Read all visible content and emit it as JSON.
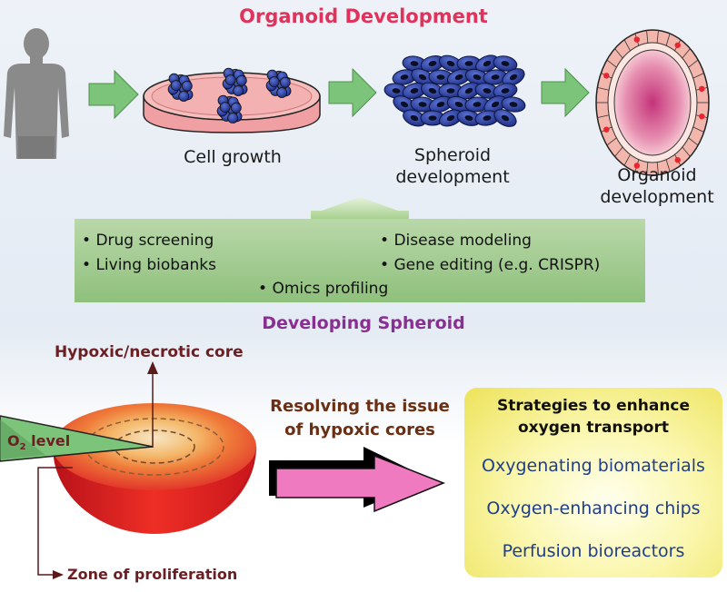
{
  "title": "Organoid Development",
  "stages": {
    "cell_growth": "Cell growth",
    "spheroid_line1": "Spheroid",
    "spheroid_line2": "development",
    "organoid_line1": "Organoid",
    "organoid_line2": "development"
  },
  "applications": {
    "drug_screening": "Drug screening",
    "living_biobanks": "Living biobanks",
    "disease_modeling": "Disease modeling",
    "gene_editing": "Gene editing (e.g. CRISPR)",
    "omics_profiling": "Omics profiling"
  },
  "spheroid_section": {
    "title": "Developing Spheroid",
    "core_label": "Hypoxic/necrotic core",
    "o2_label": "O",
    "o2_sub": "2",
    "o2_suffix": " level",
    "zone_label": "Zone of proliferation",
    "resolving_line1": "Resolving the issue",
    "resolving_line2": "of hypoxic cores"
  },
  "strategies": {
    "title_line1": "Strategies to enhance",
    "title_line2": "oxygen transport",
    "items": [
      "Oxygenating biomaterials",
      "Oxygen-enhancing chips",
      "Perfusion bioreactors"
    ]
  },
  "colors": {
    "title": "#e0325a",
    "subtitle": "#8a2f92",
    "arrow_green": "#7cc47a",
    "cells": "#2c3f9a",
    "strategy_text": "#1f3e8a",
    "pink_arrow": "#f07ac0"
  }
}
